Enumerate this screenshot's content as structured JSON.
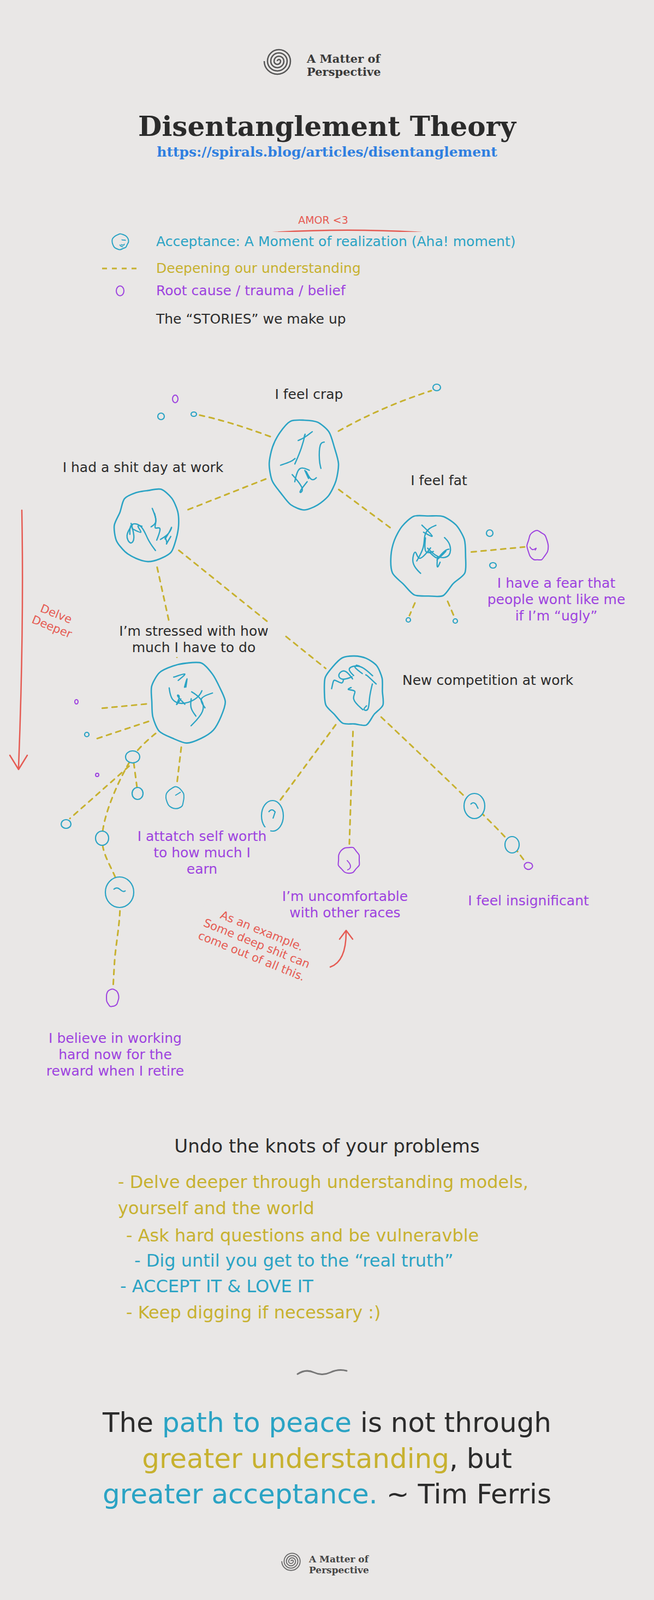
{
  "diagram": {
    "title": "Disentanglement Theory",
    "nodes": [
      {
        "text": [
          "I feel crap"
        ]
      },
      {
        "text": [
          "I had a shit day at work"
        ]
      },
      {
        "text": [
          "I feel fat"
        ]
      },
      {
        "text": [
          "I have a fear that people wont like me if I’m “ugly”"
        ]
      },
      {
        "text": [
          "I’m stressed with how much I have to do"
        ]
      },
      {
        "text": [
          "New competition at work"
        ]
      },
      {
        "text": [
          "I attatch self worth to how much I earn"
        ]
      },
      {
        "text": [
          "I’m uncomfortable with other races"
        ]
      },
      {
        "text": [
          "I feel insignificant"
        ]
      },
      {
        "text": [
          "I believe in working hard now for the reward when I retire"
        ]
      }
    ],
    "edges": [
      {
        "from": 0,
        "to": 1,
        "arrow": "none"
      },
      {
        "from": 0,
        "to": 2,
        "arrow": "none"
      },
      {
        "from": 1,
        "to": 4,
        "arrow": "none"
      },
      {
        "from": 1,
        "to": 5,
        "arrow": "none"
      },
      {
        "from": 2,
        "to": 3,
        "arrow": "none"
      },
      {
        "from": 4,
        "to": 6,
        "arrow": "none"
      },
      {
        "from": 4,
        "to": 9,
        "arrow": "none"
      },
      {
        "from": 5,
        "to": 7,
        "arrow": "none"
      },
      {
        "from": 5,
        "to": 8,
        "arrow": "none"
      }
    ],
    "labels": [
      "A Matter of Perspective",
      "https://spirals.blog/articles/disentanglement",
      "AMOR <3",
      "Delve Deeper",
      "As an example. Some deep shit can come out of all this.",
      "Undo the knots of your problems",
      "- Delve deeper through understanding models, yourself and the world",
      "- Ask hard questions and be vulneravble",
      "- Dig until you get to the “real truth”",
      "- ACCEPT IT & LOVE IT",
      "- Keep digging if necessary :)",
      "The",
      "path to peace",
      "is not through",
      "greater understanding",
      ", but",
      "greater acceptance.",
      "~ Tim Ferris",
      "A Matter of Perspective"
    ],
    "legend": [
      {
        "text": "Acceptance: A Moment of realization (Aha! moment)"
      },
      {
        "text": "Deepening our understanding"
      },
      {
        "text": "Root cause / trauma / belief"
      },
      {
        "text": "The “STORIES” we make up"
      }
    ]
  }
}
